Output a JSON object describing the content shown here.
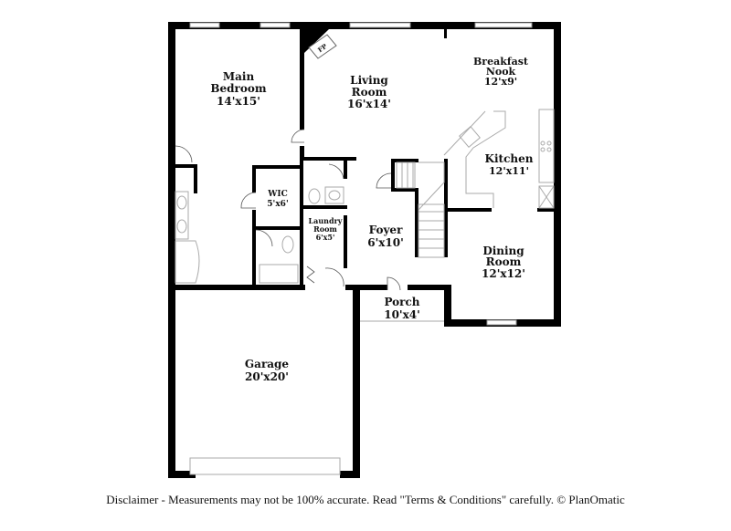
{
  "rooms": {
    "main_bedroom": {
      "name1": "Main",
      "name2": "Bedroom",
      "size": "14'x15'"
    },
    "living_room": {
      "name1": "Living",
      "name2": "Room",
      "size": "16'x14'"
    },
    "breakfast_nook": {
      "name1": "Breakfast",
      "name2": "Nook",
      "size": "12'x9'"
    },
    "kitchen": {
      "name": "Kitchen",
      "size": "12'x11'"
    },
    "wic": {
      "name": "WIC",
      "size": "5'x6'"
    },
    "laundry_room": {
      "name1": "Laundry",
      "name2": "Room",
      "size": "6'x5'"
    },
    "foyer": {
      "name": "Foyer",
      "size": "6'x10'"
    },
    "dining_room": {
      "name1": "Dining",
      "name2": "Room",
      "size": "12'x12'"
    },
    "porch": {
      "name": "Porch",
      "size": "10'x4'"
    },
    "garage": {
      "name": "Garage",
      "size": "20'x20'"
    }
  },
  "fixtures": {
    "fireplace": "FP"
  },
  "footer": {
    "disclaimer": "Disclaimer - Measurements may not be 100% accurate. Read \"Terms & Conditions\" carefully. © PlanOmatic"
  }
}
